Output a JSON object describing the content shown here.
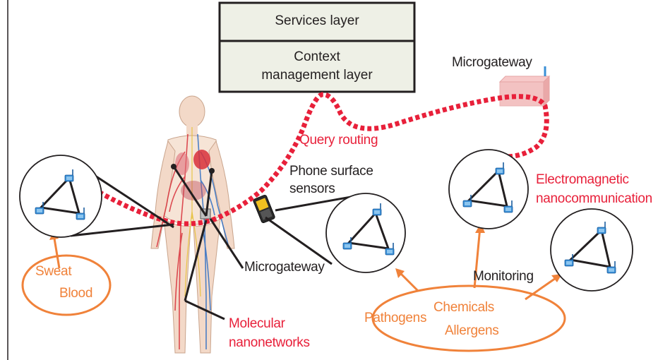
{
  "layers": {
    "services": "Services layer",
    "context_line1": "Context",
    "context_line2": "management layer"
  },
  "labels": {
    "microgateway_top": "Microgateway",
    "query_routing": "Query routing",
    "phone_line1": "Phone surface",
    "phone_line2": "sensors",
    "em_line1": "Electromagnetic",
    "em_line2": "nanocommunication",
    "microgateway_body": "Microgateway",
    "monitoring": "Monitoring",
    "molecular_line1": "Molecular",
    "molecular_line2": "nanonetworks"
  },
  "body_fluids": {
    "sweat": "Sweat",
    "blood": "Blood"
  },
  "substances": {
    "pathogens": "Pathogens",
    "chemicals": "Chemicals",
    "allergens": "Allergens"
  },
  "colors": {
    "box_fill": "#eef0e6",
    "red": "#e8203a",
    "orange": "#f0823a",
    "node_blue": "#3a8fd6",
    "dark": "#231f20"
  },
  "icons": [
    "antenna-node-icon",
    "smartphone-icon",
    "microgateway-icon",
    "human-anatomy-icon"
  ]
}
